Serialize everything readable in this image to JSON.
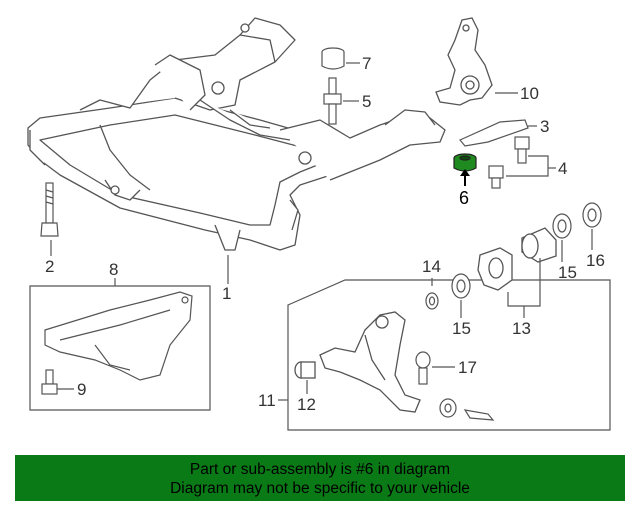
{
  "colors": {
    "banner_bg": "#0a7a16",
    "line": "#555555",
    "highlight_part": "#1f8a1f"
  },
  "callouts": {
    "c1": "1",
    "c2": "2",
    "c3": "3",
    "c4": "4",
    "c5": "5",
    "c6": "6",
    "c7": "7",
    "c8": "8",
    "c9": "9",
    "c10": "10",
    "c11": "11",
    "c12": "12",
    "c13": "13",
    "c14": "14",
    "c15a": "15",
    "c15b": "15",
    "c16": "16",
    "c17": "17"
  },
  "highlighted_part": "6",
  "banner": {
    "line1": "Part or sub-assembly is #6 in diagram",
    "line2": "Diagram may not be specific to your vehicle"
  }
}
